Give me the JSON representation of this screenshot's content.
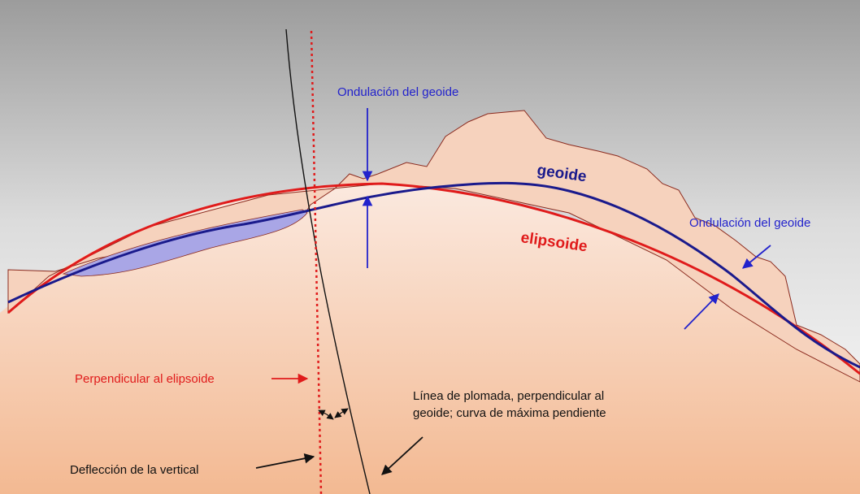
{
  "labels": {
    "undulation_top": "Ondulación del geoide",
    "undulation_right": "Ondulación del geoide",
    "geoid": "geoide",
    "ellipsoid": "elipsoide",
    "perpendicular_ellipsoid": "Perpendicular al elipsoide",
    "plumb_line_1": "Línea de plomada, perpendicular al",
    "plumb_line_2": "geoide; curva de máxima pendiente",
    "deflection": "Deflección de la vertical"
  },
  "colors": {
    "geoid": "#1a1a8c",
    "ellipsoid": "#e01b1b",
    "arrow_blue": "#2222cc",
    "terrain_fill": "#f6d2bd",
    "terrain_stroke": "#8b2a1e",
    "depression_fill": "#a9a6e6",
    "text_black": "#111111"
  }
}
